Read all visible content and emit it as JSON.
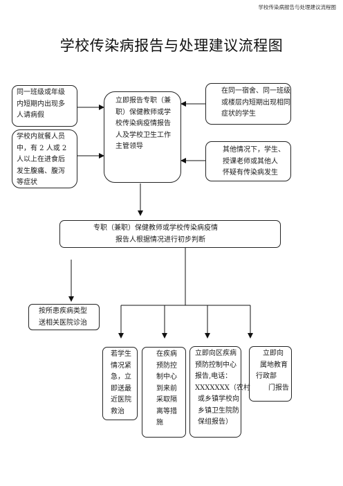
{
  "header": {
    "note": "学校传染病报告与处理建议流程图"
  },
  "title": "学校传染病报告与处理建议流程图",
  "diagram": {
    "left_top": [
      "同一班级或年级",
      "内短期内出现多",
      "人请病假"
    ],
    "left_bottom": [
      "学校内就餐人员",
      "中，有 2 人或 2",
      "人以上在进食后",
      "发生腹痛、腹泻",
      "等症状"
    ],
    "center": [
      "立即报告专职（兼",
      "职）保健教师或学",
      "校传染病疫情报告",
      "人及学校卫生工作",
      "主管领导"
    ],
    "right_top": [
      "在同一宿舍、同一班级",
      "或楼层内短期出现相同",
      "症状的学生"
    ],
    "right_bottom": [
      "其他情况下，学生、",
      "授课老师或其他人",
      "怀疑有传染病发生"
    ],
    "judge": [
      "专职（兼职）保健教师或学校传染病疫情",
      "报告人根据情况进行初步判断"
    ],
    "hospital": [
      "按所患疾病类型",
      "送相关医院诊治"
    ],
    "branch1": [
      "若学生",
      "情况紧",
      "急，立",
      "即送最",
      "近医院",
      "救治"
    ],
    "branch2": [
      "在疾病",
      "预防控",
      "制中心",
      "到来前",
      "采取隔",
      "离等措",
      "施"
    ],
    "branch3": [
      "立即向区疾病",
      "预防控制中心",
      "报告,电话：",
      "XXXXXXX（农村",
      "或乡镇学校向",
      "乡镇卫生院防",
      "保组报告）"
    ],
    "branch4": [
      "立即向",
      "属地教育",
      "行政部",
      "门报告"
    ]
  }
}
